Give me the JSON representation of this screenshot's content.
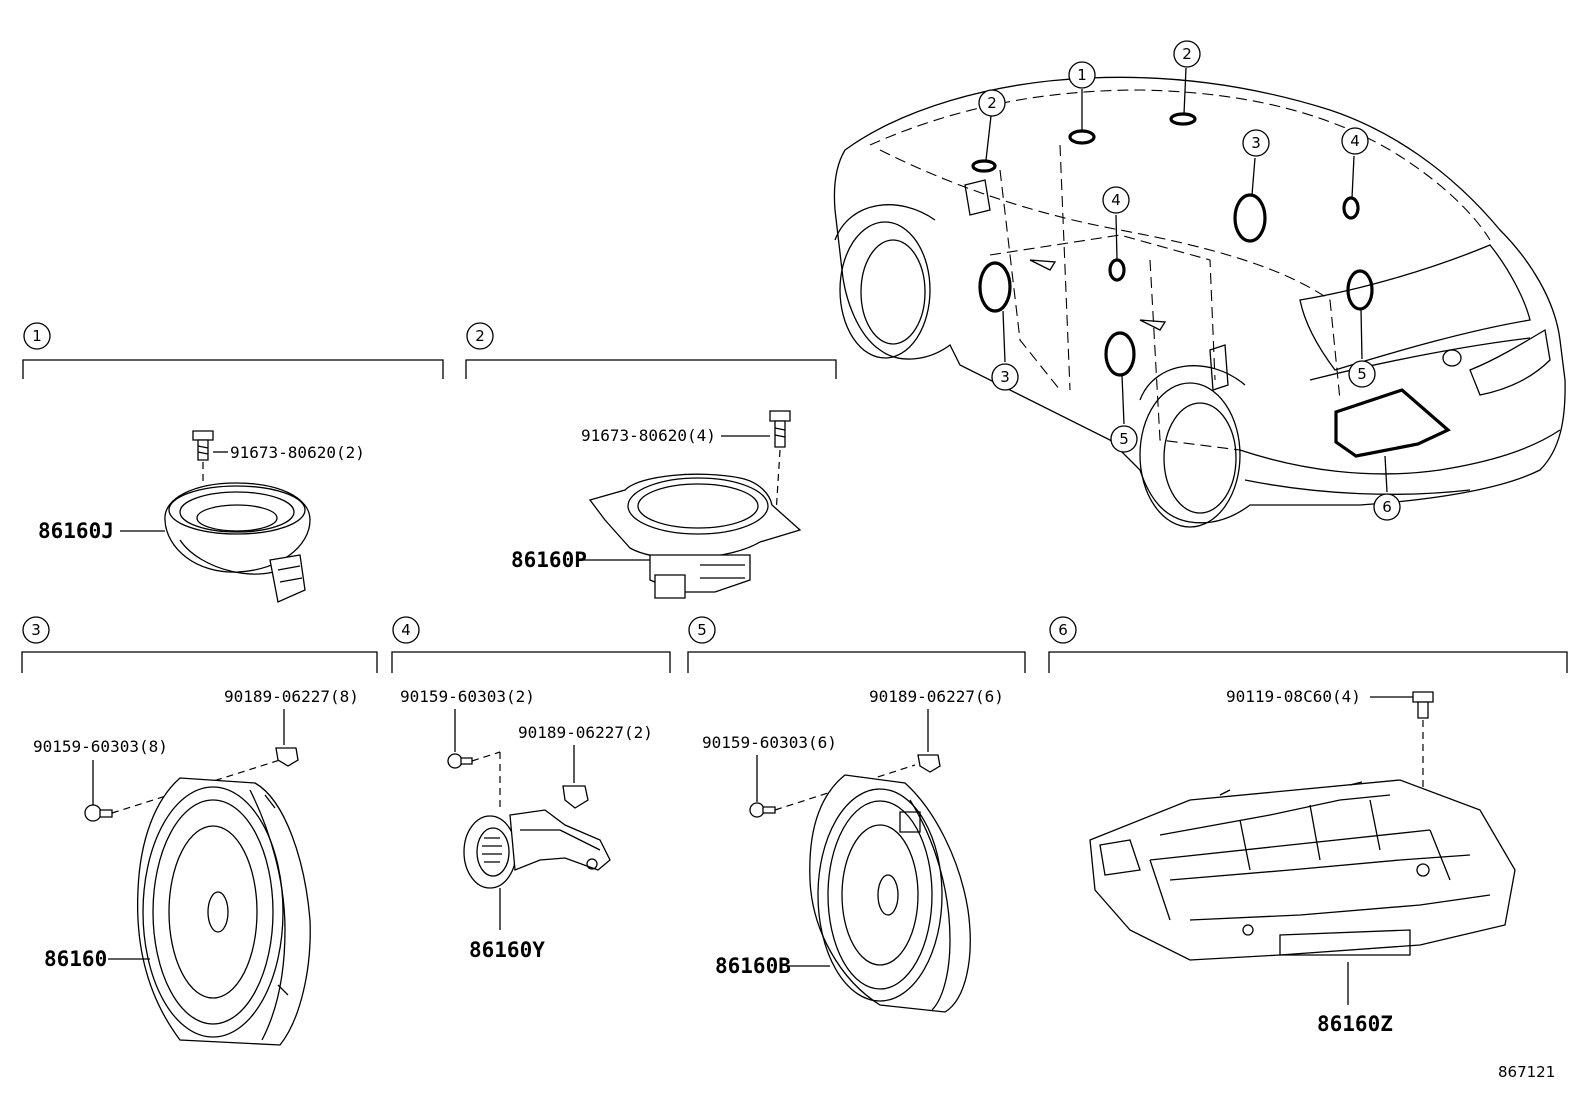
{
  "diagram": {
    "catalog_id": "867121",
    "callouts": [
      "1",
      "2",
      "3",
      "4",
      "5",
      "6"
    ],
    "sections": [
      {
        "id": "1",
        "parts": [
          {
            "part_no": "86160J"
          },
          {
            "part_no": "91673-80620(2)"
          }
        ]
      },
      {
        "id": "2",
        "parts": [
          {
            "part_no": "86160P"
          },
          {
            "part_no": "91673-80620(4)"
          }
        ]
      },
      {
        "id": "3",
        "parts": [
          {
            "part_no": "86160"
          },
          {
            "part_no": "90189-06227(8)"
          },
          {
            "part_no": "90159-60303(8)"
          }
        ]
      },
      {
        "id": "4",
        "parts": [
          {
            "part_no": "86160Y"
          },
          {
            "part_no": "90159-60303(2)"
          },
          {
            "part_no": "90189-06227(2)"
          }
        ]
      },
      {
        "id": "5",
        "parts": [
          {
            "part_no": "86160B"
          },
          {
            "part_no": "90189-06227(6)"
          },
          {
            "part_no": "90159-60303(6)"
          }
        ]
      },
      {
        "id": "6",
        "parts": [
          {
            "part_no": "86160Z"
          },
          {
            "part_no": "90119-08C60(4)"
          }
        ]
      }
    ]
  }
}
